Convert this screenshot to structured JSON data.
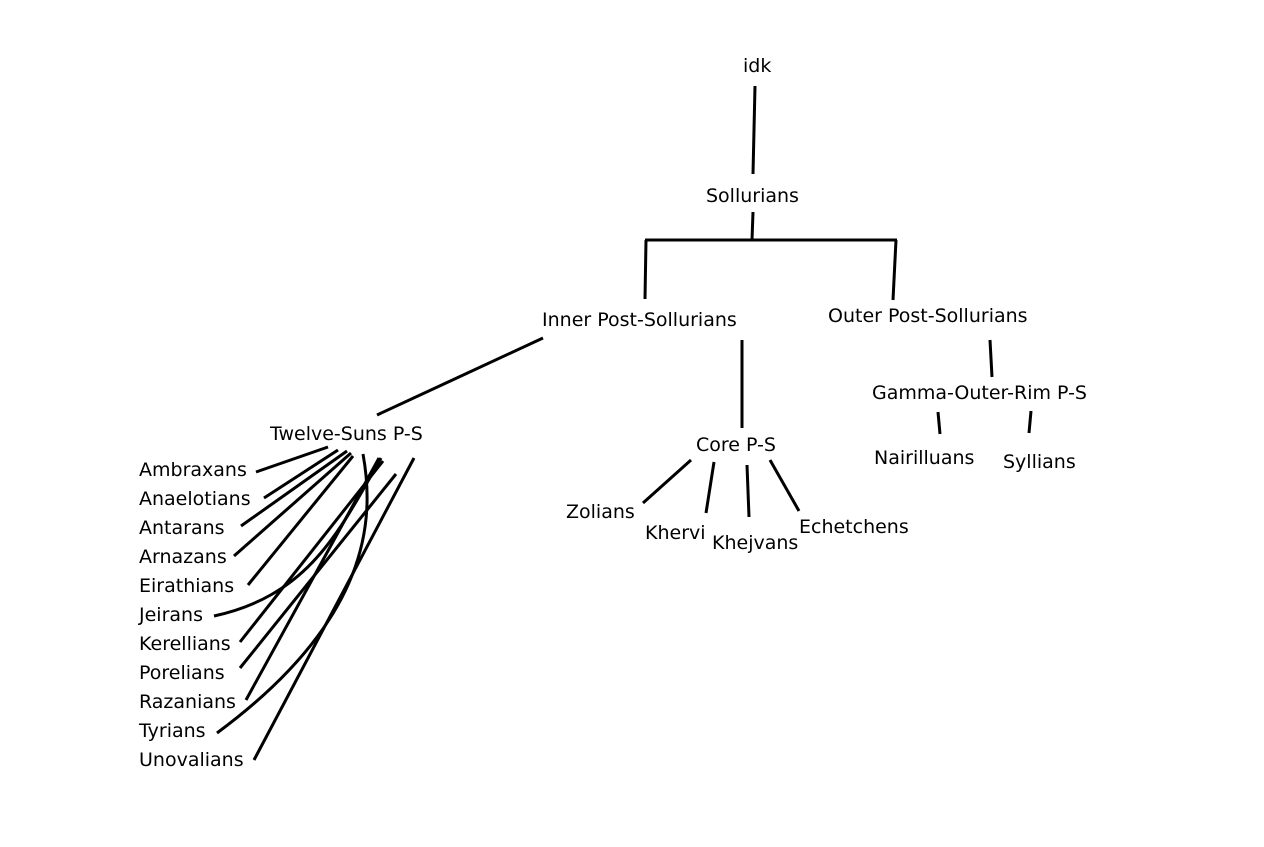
{
  "diagram": {
    "type": "tree",
    "nodes": {
      "root": "idk",
      "sollurians": "Sollurians",
      "inner": "Inner Post-Sollurians",
      "outer": "Outer Post-Sollurians",
      "twelve_suns": "Twelve-Suns P-S",
      "core": "Core P-S",
      "gamma": "Gamma-Outer-Rim P-S",
      "twelve_suns_children": [
        "Ambraxans",
        "Anaelotians",
        "Antarans",
        "Arnazans",
        "Eirathians",
        "Jeirans",
        "Kerellians",
        "Porelians",
        "Razanians",
        "Tyrians",
        "Unovalians"
      ],
      "core_children": [
        "Zolians",
        "Khervi",
        "Khejvans",
        "Echetchens"
      ],
      "gamma_children": [
        "Nairilluans",
        "Syllians"
      ]
    },
    "edges": [
      [
        "idk",
        "Sollurians"
      ],
      [
        "Sollurians",
        "Inner Post-Sollurians"
      ],
      [
        "Sollurians",
        "Outer Post-Sollurians"
      ],
      [
        "Inner Post-Sollurians",
        "Twelve-Suns P-S"
      ],
      [
        "Inner Post-Sollurians",
        "Core P-S"
      ],
      [
        "Outer Post-Sollurians",
        "Gamma-Outer-Rim P-S"
      ],
      [
        "Twelve-Suns P-S",
        "Ambraxans"
      ],
      [
        "Twelve-Suns P-S",
        "Anaelotians"
      ],
      [
        "Twelve-Suns P-S",
        "Antarans"
      ],
      [
        "Twelve-Suns P-S",
        "Arnazans"
      ],
      [
        "Twelve-Suns P-S",
        "Eirathians"
      ],
      [
        "Twelve-Suns P-S",
        "Jeirans"
      ],
      [
        "Twelve-Suns P-S",
        "Kerellians"
      ],
      [
        "Twelve-Suns P-S",
        "Porelians"
      ],
      [
        "Twelve-Suns P-S",
        "Razanians"
      ],
      [
        "Twelve-Suns P-S",
        "Tyrians"
      ],
      [
        "Twelve-Suns P-S",
        "Unovalians"
      ],
      [
        "Core P-S",
        "Zolians"
      ],
      [
        "Core P-S",
        "Khervi"
      ],
      [
        "Core P-S",
        "Khejvans"
      ],
      [
        "Core P-S",
        "Echetchens"
      ],
      [
        "Gamma-Outer-Rim P-S",
        "Nairilluans"
      ],
      [
        "Gamma-Outer-Rim P-S",
        "Syllians"
      ]
    ]
  }
}
